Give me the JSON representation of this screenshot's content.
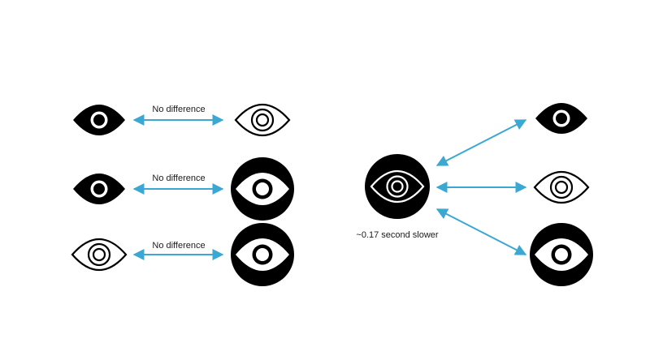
{
  "colors": {
    "ink": "#000000",
    "paper": "#ffffff",
    "arrow": "#3aa8d2"
  },
  "icons": {
    "solid": "eye-solid-icon",
    "outline": "eye-outline-icon",
    "inverted": "eye-circle-inverted-icon",
    "outline_in_circle": "eye-outline-in-circle-icon"
  },
  "left_pairs": [
    {
      "left_icon": "solid",
      "right_icon": "outline",
      "label": "No difference"
    },
    {
      "left_icon": "solid",
      "right_icon": "inverted",
      "label": "No difference"
    },
    {
      "left_icon": "outline",
      "right_icon": "inverted",
      "label": "No difference"
    }
  ],
  "right_group": {
    "center_icon": "outline_in_circle",
    "center_label": "~0.17 second slower",
    "targets": [
      "solid",
      "outline",
      "inverted"
    ]
  }
}
